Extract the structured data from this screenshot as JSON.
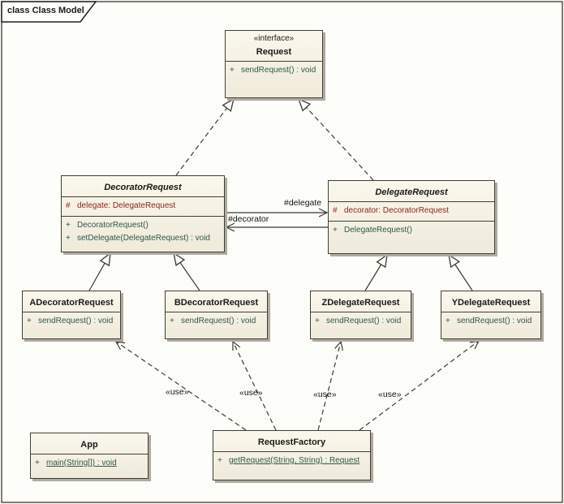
{
  "frame": {
    "title": "class Class Model"
  },
  "colors": {
    "canvas": "#FDFDF9",
    "box_fill_top": "#FAF7EC",
    "box_fill_bottom": "#EFEADA",
    "box_border": "#403E36",
    "box_shadow": "#AFABA0",
    "attr_text": "#8E241C",
    "method_text": "#2F5847",
    "line": "#3B3A33"
  },
  "classes": {
    "request": {
      "stereotype": "«interface»",
      "name": "Request",
      "methods": [
        {
          "vis": "+",
          "text": "sendRequest() : void"
        }
      ]
    },
    "decoratorRequest": {
      "name": "DecoratorRequest",
      "attrs": [
        {
          "vis": "#",
          "text": "delegate:  DelegateRequest"
        }
      ],
      "methods": [
        {
          "vis": "+",
          "text": "DecoratorRequest()"
        },
        {
          "vis": "+",
          "text": "setDelegate(DelegateRequest) : void"
        }
      ]
    },
    "delegateRequest": {
      "name": "DelegateRequest",
      "attrs": [
        {
          "vis": "#",
          "text": "decorator:  DecoratorRequest"
        }
      ],
      "methods": [
        {
          "vis": "+",
          "text": "DelegateRequest()"
        }
      ]
    },
    "aDecoratorRequest": {
      "name": "ADecoratorRequest",
      "methods": [
        {
          "vis": "+",
          "text": "sendRequest() : void"
        }
      ]
    },
    "bDecoratorRequest": {
      "name": "BDecoratorRequest",
      "methods": [
        {
          "vis": "+",
          "text": "sendRequest() : void"
        }
      ]
    },
    "zDelegateRequest": {
      "name": "ZDelegateRequest",
      "methods": [
        {
          "vis": "+",
          "text": "sendRequest() : void"
        }
      ]
    },
    "yDelegateRequest": {
      "name": "YDelegateRequest",
      "methods": [
        {
          "vis": "+",
          "text": "sendRequest() : void"
        }
      ]
    },
    "app": {
      "name": "App",
      "methods": [
        {
          "vis": "+",
          "text": "main(String[]) : void"
        }
      ]
    },
    "requestFactory": {
      "name": "RequestFactory",
      "methods": [
        {
          "vis": "+",
          "text": "getRequest(String, String) : Request"
        }
      ]
    }
  },
  "labels": {
    "delegate": "#delegate",
    "decorator": "#decorator",
    "use": "«use»"
  }
}
